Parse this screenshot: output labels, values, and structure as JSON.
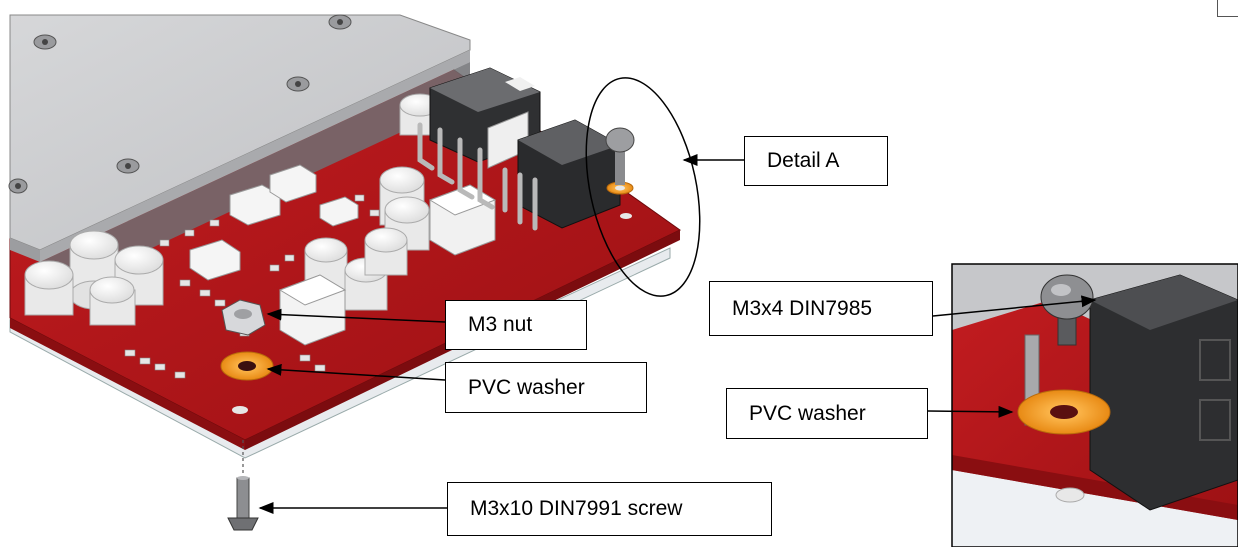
{
  "labels": {
    "detail": "Detail  A",
    "nut": "M3 nut",
    "pvc_washer_main": "PVC washer",
    "pvc_washer_detail": "PVC washer",
    "din7985": "M3x4 DIN7985",
    "screw": "M3x10 DIN7991 screw"
  },
  "colors": {
    "pcb_red": "#b0161a",
    "heatsink_gray": "#c9cacc",
    "connector_dark": "#3a3b3d",
    "washer_orange": "#f39c24",
    "component_white": "#f4f4f4"
  }
}
